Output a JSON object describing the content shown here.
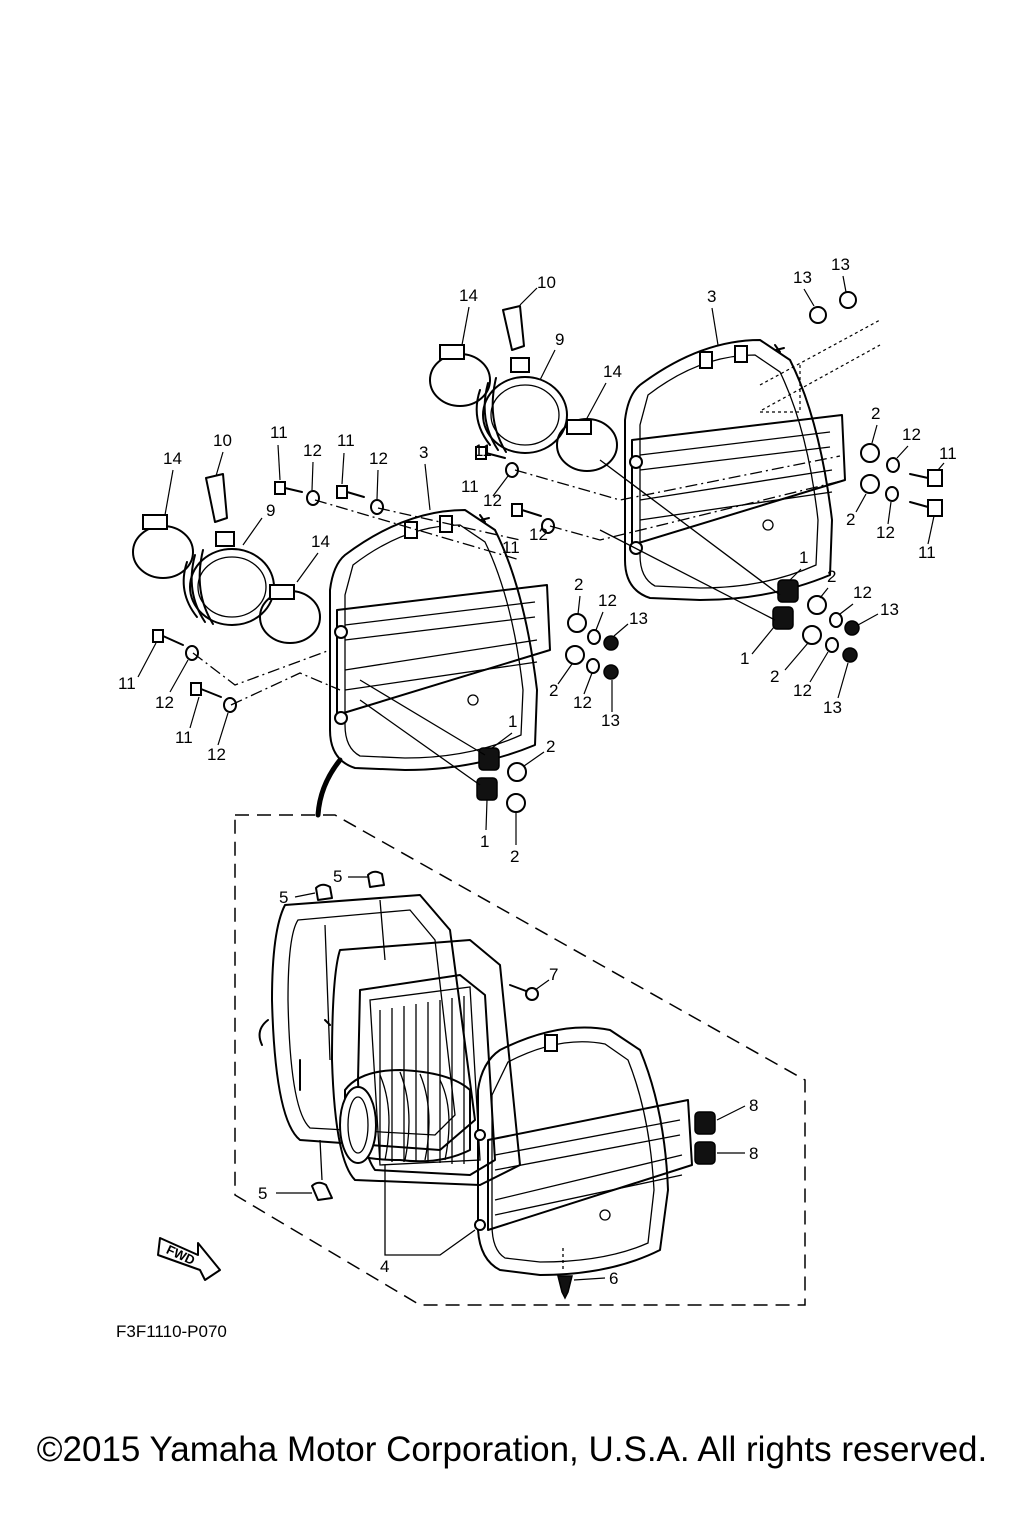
{
  "callouts": {
    "left_14a": "14",
    "left_10": "10",
    "left_9": "9",
    "left_11a": "11",
    "left_12a": "12",
    "left_11b": "11",
    "left_12b": "12",
    "left_3": "3",
    "left_14b": "14",
    "left_11c": "11",
    "left_12c": "12",
    "left_11d": "11",
    "left_12d": "12",
    "left_2a": "2",
    "left_12e": "12",
    "left_13a": "13",
    "left_2b": "2",
    "left_12f": "12",
    "left_13b": "13",
    "left_1a": "1",
    "left_2c": "2",
    "left_1b": "1",
    "left_2d": "2",
    "right_14a": "14",
    "right_10": "10",
    "right_9": "9",
    "right_14b": "14",
    "right_3": "3",
    "right_13a": "13",
    "right_13b": "13",
    "right_11a": "11",
    "right_12a": "12",
    "right_11b": "11",
    "right_12b": "12",
    "right_2a": "2",
    "right_12c": "12",
    "right_11c": "11",
    "right_2b": "2",
    "right_12d": "12",
    "right_11d": "11",
    "right_1a": "1",
    "right_2c": "2",
    "right_12e": "12",
    "right_13c": "13",
    "right_1b": "1",
    "right_2d": "2",
    "right_12f": "12",
    "right_13d": "13",
    "exp_5a": "5",
    "exp_5b": "5",
    "exp_7": "7",
    "exp_8a": "8",
    "exp_8b": "8",
    "exp_5c": "5",
    "exp_4": "4",
    "exp_6": "6"
  },
  "fwd_label": "FWD",
  "diagram_code": "F3F1110-P070",
  "copyright": "©2015 Yamaha Motor Corporation, U.S.A. All rights reserved."
}
